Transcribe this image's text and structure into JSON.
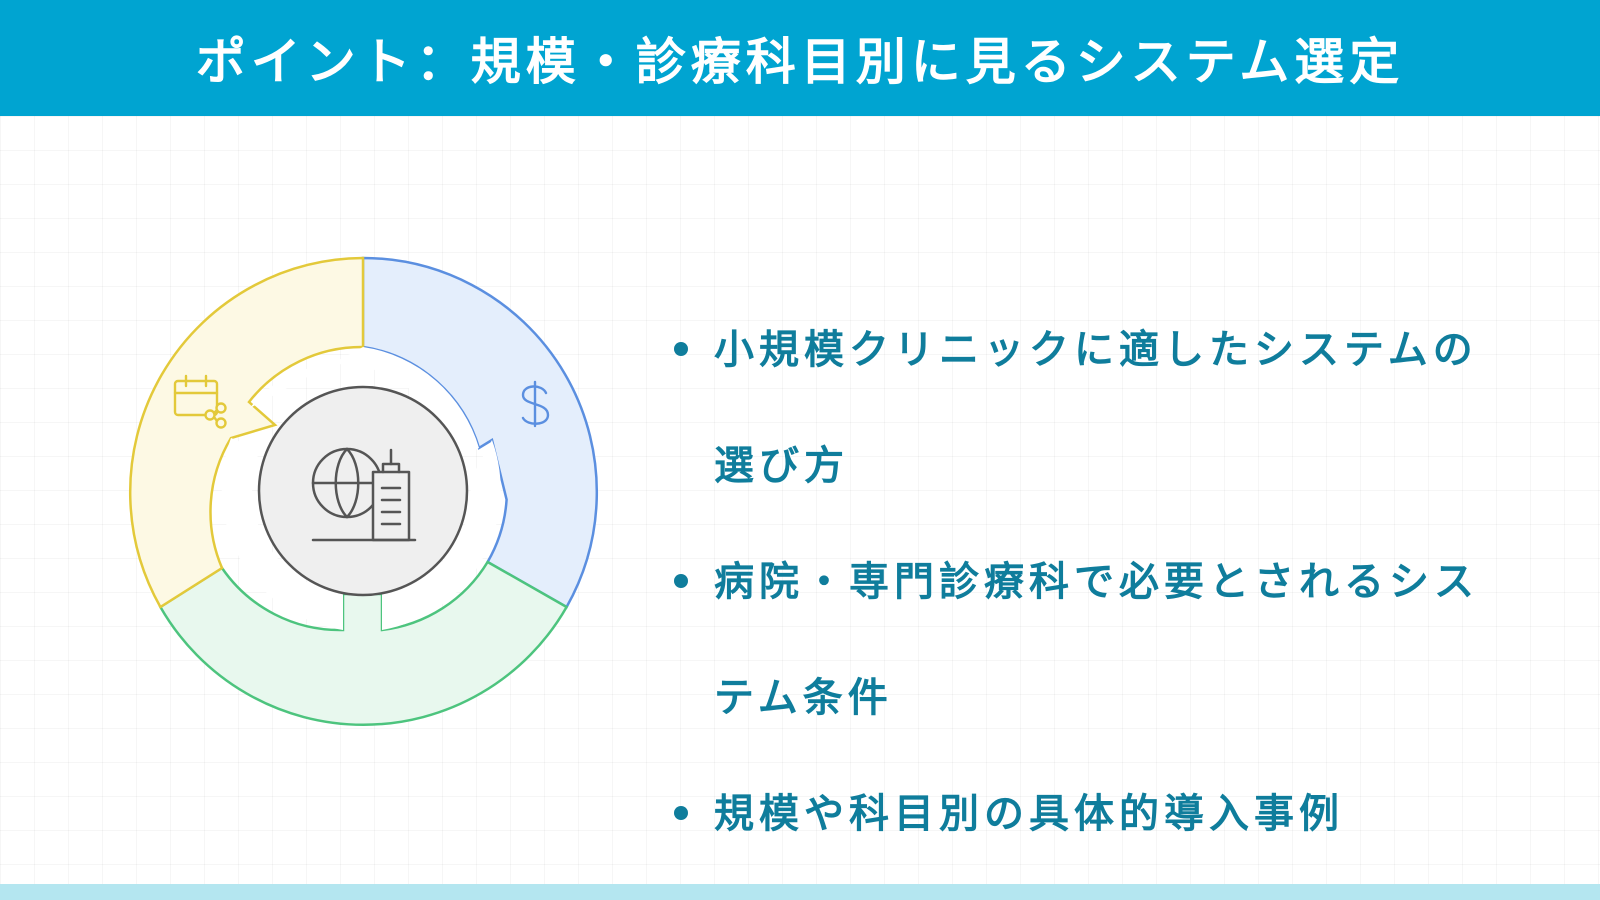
{
  "header": {
    "title": "ポイント：規模・診療科目別に見るシステム選定"
  },
  "diagram": {
    "segments": [
      {
        "id": "cost",
        "icon": "dollar-icon",
        "fill": "#e4eefc",
        "stroke": "#5b8fe0"
      },
      {
        "id": "bottom",
        "icon": "",
        "fill": "#e8f8ee",
        "stroke": "#4dc47e"
      },
      {
        "id": "schedule",
        "icon": "calendar-share-icon",
        "fill": "#fdf9e4",
        "stroke": "#e3c93a"
      }
    ],
    "center_icon": "globe-building-icon",
    "center_fill": "#efefef",
    "center_stroke": "#555555"
  },
  "points": [
    {
      "text": "小規模クリニックに適したシステムの選び方"
    },
    {
      "text": "病院・専門診療科で必要とされるシステム条件"
    },
    {
      "text": "規模や科目別の具体的導入事例"
    }
  ],
  "colors": {
    "header_bg": "#00a4d1",
    "text_accent": "#0f7d9c",
    "footer_bar": "#b4e6f0"
  }
}
